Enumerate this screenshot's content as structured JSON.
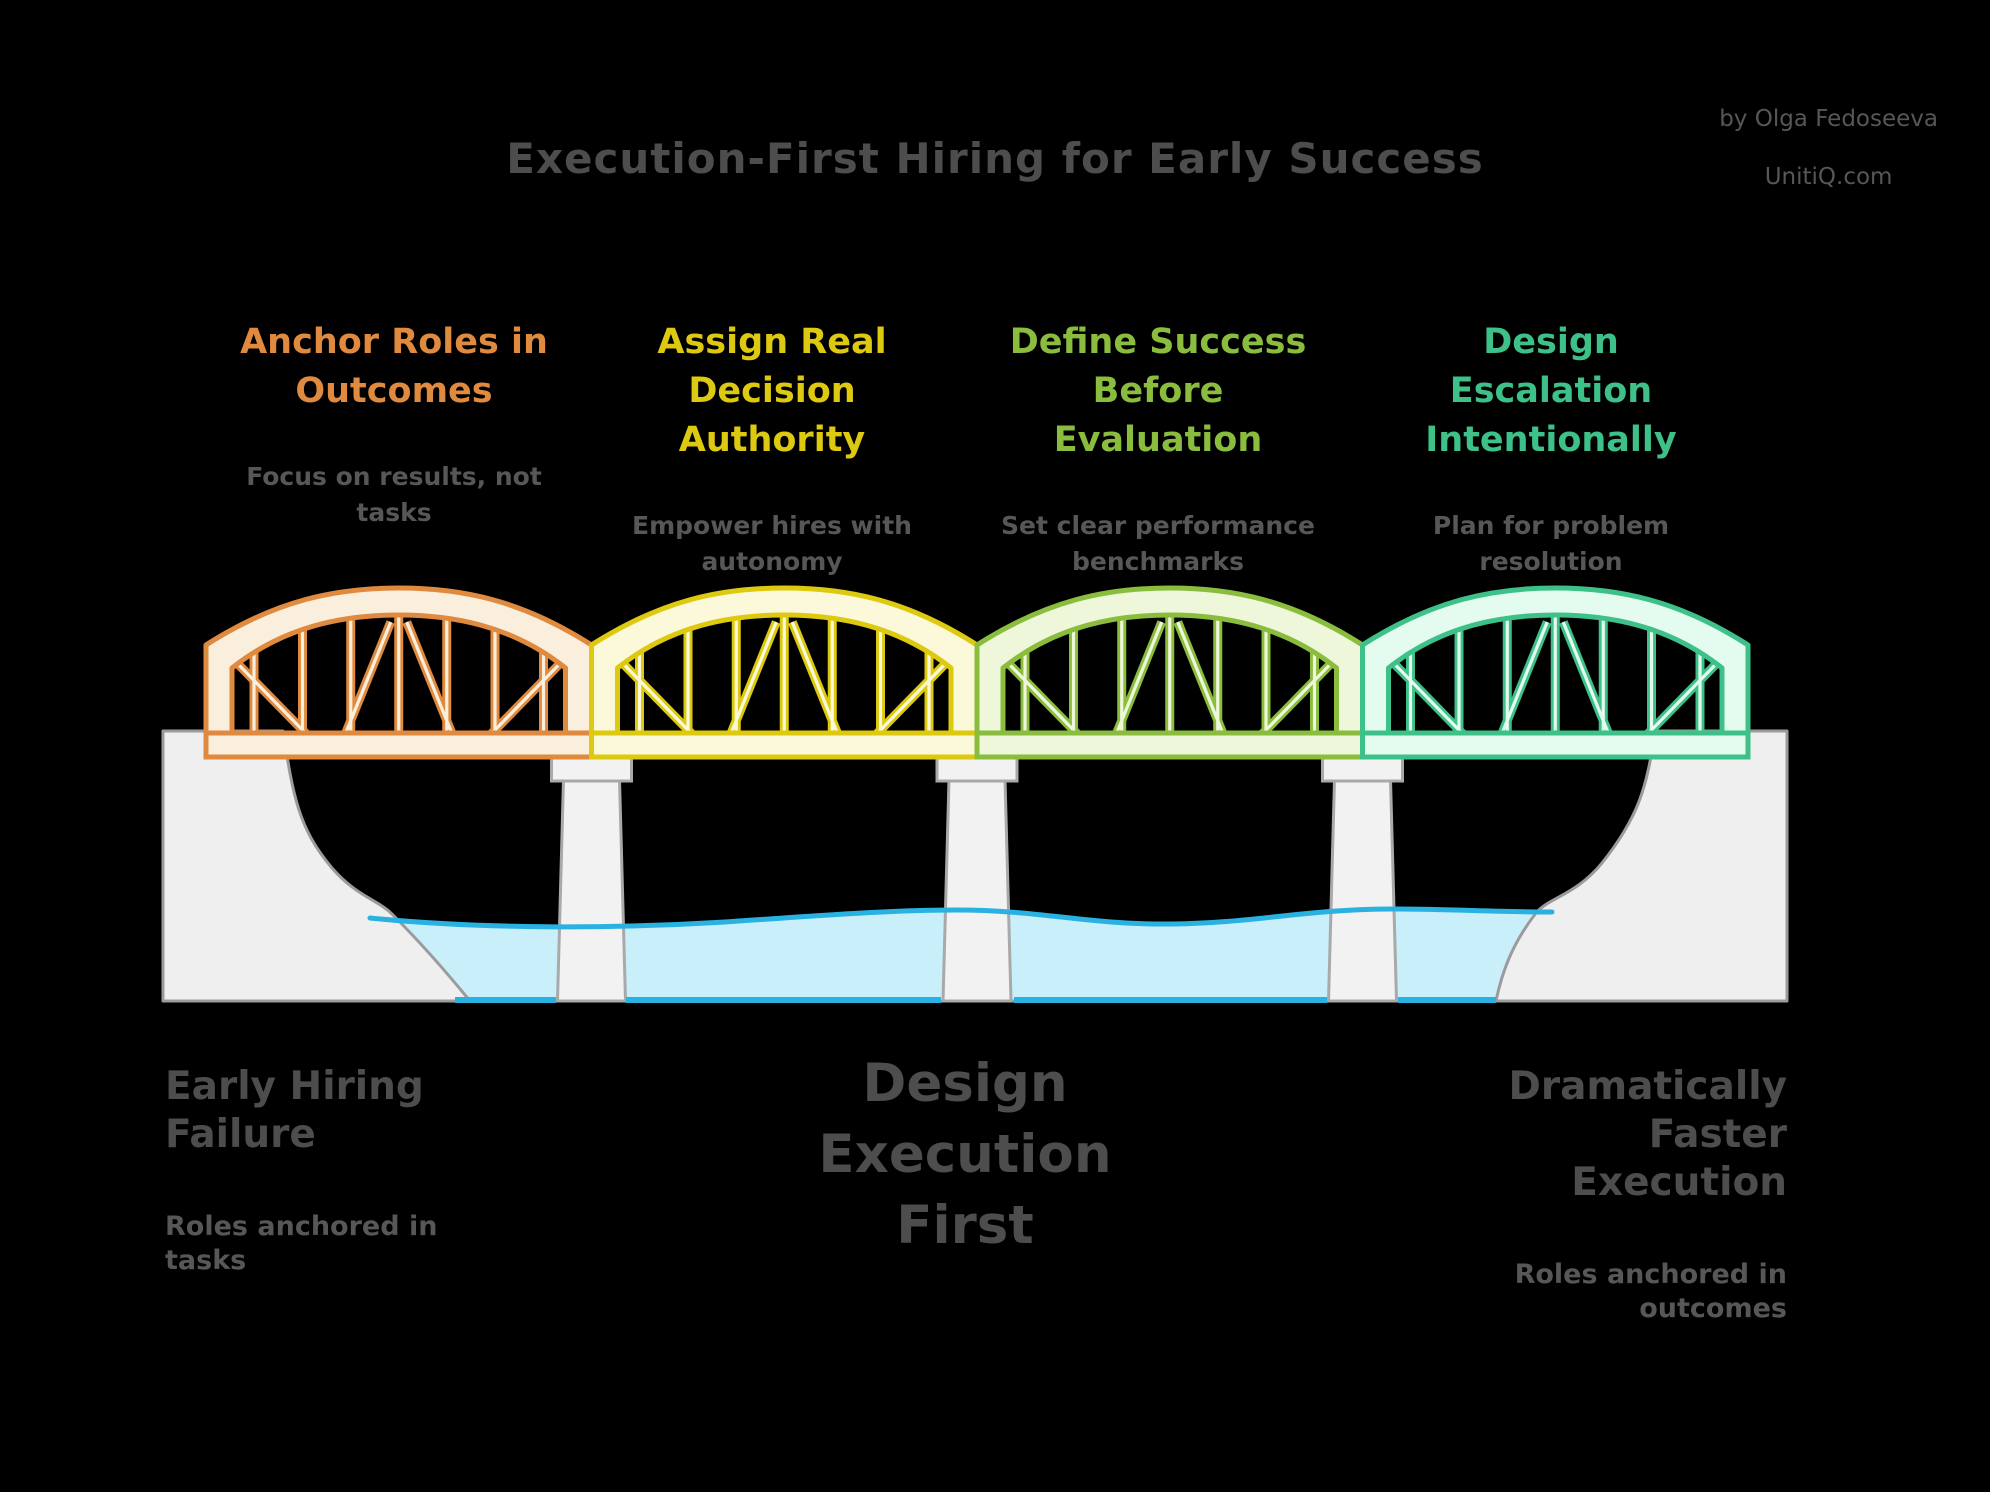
{
  "header": {
    "title": "Execution-First Hiring for Early Success",
    "attribution": {
      "line1": "by Olga Fedoseeva",
      "line2": "UnitiQ.com"
    }
  },
  "columns": [
    {
      "title": "Anchor Roles in\nOutcomes",
      "subtitle": "Focus on results, not\ntasks",
      "color": "#df8a3e"
    },
    {
      "title": "Assign Real\nDecision\nAuthority",
      "subtitle": "Empower hires with\nautonomy",
      "color": "#ddca10"
    },
    {
      "title": "Define Success\nBefore\nEvaluation",
      "subtitle": "Set clear performance\nbenchmarks",
      "color": "#8abd3e"
    },
    {
      "title": "Design\nEscalation\nIntentionally",
      "subtitle": "Plan for problem\nresolution",
      "color": "#3ec189"
    }
  ],
  "bridge": {
    "spans": [
      {
        "name": "anchor-roles-in-outcomes",
        "stroke": "#df8a3e",
        "fill": "#faefdd"
      },
      {
        "name": "assign-real-decision-authority",
        "stroke": "#ddca10",
        "fill": "#fbf9d9"
      },
      {
        "name": "define-success-before-evaluation",
        "stroke": "#8abd3e",
        "fill": "#eff7da"
      },
      {
        "name": "design-escalation-intentionally",
        "stroke": "#3ec189",
        "fill": "#e4fbef"
      }
    ],
    "scene": {
      "water_fill": "#c9effb",
      "water_line": "#29b1e2",
      "land_fill": "#efefef",
      "land_stroke": "#9b9b9b",
      "pier_fill": "#f2f2f2",
      "pier_stroke": "#a9a9a9"
    }
  },
  "footer": {
    "left": {
      "title": "Early Hiring\nFailure",
      "subtitle": "Roles anchored in\ntasks"
    },
    "center": {
      "title": "Design\nExecution\nFirst"
    },
    "right": {
      "title": "Dramatically\nFaster\nExecution",
      "subtitle": "Roles anchored in\noutcomes"
    }
  },
  "text_colors": {
    "heading": "#4d4d4d",
    "subtext": "#575757"
  }
}
